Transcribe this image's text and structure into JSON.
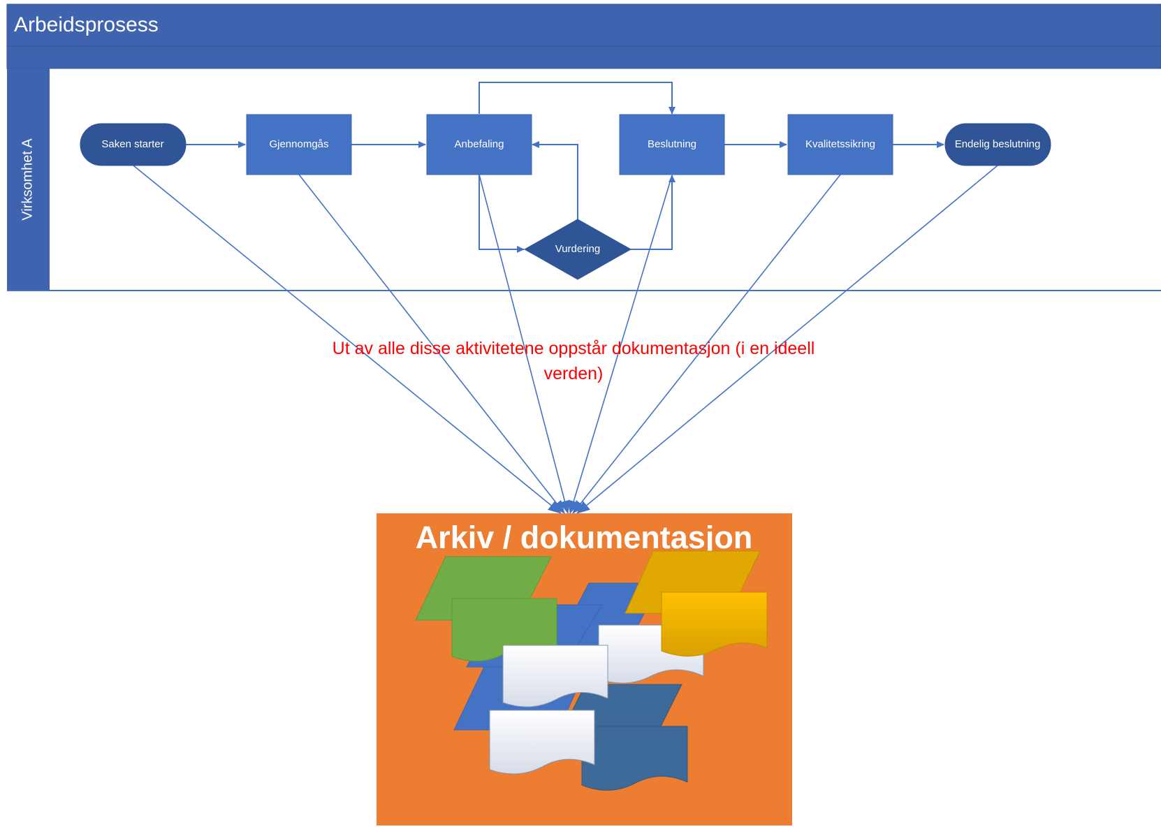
{
  "header": {
    "title": "Arbeidsprosess"
  },
  "lane": {
    "label": "Virksomhet A"
  },
  "nodes": {
    "start": "Saken starter",
    "review": "Gjennomgås",
    "recommend": "Anbefaling",
    "assess": "Vurdering",
    "decision": "Beslutning",
    "quality": "Kvalitetssikring",
    "final": "Endelig beslutning"
  },
  "note": {
    "line1": "Ut av alle disse aktivitetene oppstår dokumentasjon (i en ideell",
    "line2": "verden)"
  },
  "archive": {
    "title": "Arkiv / dokumentasjon"
  },
  "colors": {
    "header": "#3F63AE",
    "process": "#4472C4",
    "terminal": "#2F5597",
    "connector": "#4472C4",
    "archive_bg": "#ED7D31",
    "note": "#FF0000",
    "doc_green": "#70AD47",
    "doc_gold": "#FFC000",
    "doc_blue": "#4472C4",
    "doc_dark": "#3E6A99"
  }
}
